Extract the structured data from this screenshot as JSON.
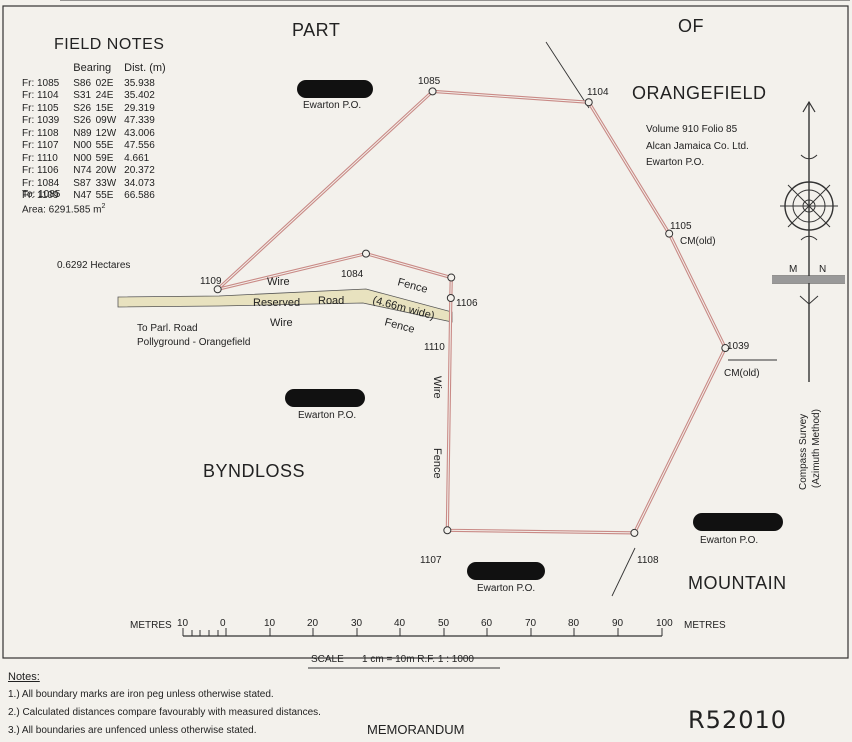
{
  "field_notes": {
    "title": "FIELD NOTES",
    "col_bearing": "Bearing",
    "col_dist": "Dist. (m)",
    "rows": [
      {
        "from": "Fr: 1085",
        "dir": "S86",
        "ang": "02E",
        "dist": "35.938"
      },
      {
        "from": "Fr: 1104",
        "dir": "S31",
        "ang": "24E",
        "dist": "35.402"
      },
      {
        "from": "Fr: 1105",
        "dir": "S26",
        "ang": "15E",
        "dist": "29.319"
      },
      {
        "from": "Fr: 1039",
        "dir": "S26",
        "ang": "09W",
        "dist": "47.339"
      },
      {
        "from": "Fr: 1108",
        "dir": "N89",
        "ang": "12W",
        "dist": "43.006"
      },
      {
        "from": "Fr: 1107",
        "dir": "N00",
        "ang": "55E",
        "dist": "47.556"
      },
      {
        "from": "Fr: 1110",
        "dir": "N00",
        "ang": "59E",
        "dist": "4.661"
      },
      {
        "from": "Fr: 1106",
        "dir": "N74",
        "ang": "20W",
        "dist": "20.372"
      },
      {
        "from": "Fr: 1084",
        "dir": "S87",
        "ang": "33W",
        "dist": "34.073"
      },
      {
        "from": "Fr: 1109",
        "dir": "N47",
        "ang": "55E",
        "dist": "66.586"
      }
    ],
    "to": "To: 1085",
    "area_label": "Area: 6291.585 m",
    "area_sup": "2",
    "hectares": "0.6292 Hectares"
  },
  "labels": {
    "part": "PART",
    "of": "OF",
    "orangefield": "ORANGEFIELD",
    "byndloss": "BYNDLOSS",
    "mountain": "MOUNTAIN",
    "owner_1": "Volume 910 Folio 85",
    "owner_2": "Alcan Jamaica Co. Ltd.",
    "owner_3": "Ewarton P.O.",
    "ewarton": "Ewarton P.O.",
    "wire": "Wire",
    "fence": "Fence",
    "reserved": "Reserved",
    "road": "Road",
    "road_width": "(4.66m wide)",
    "to_parl": "To Parl. Road",
    "pollyground": "Pollyground - Orangefield",
    "cm_old": "CM(old)",
    "compass_survey": "Compass Survey",
    "azimuth": "(Azimuth Method)",
    "north_m": "M",
    "north_n": "N"
  },
  "points": [
    {
      "id": "1085",
      "e": 33.0,
      "n": 47.5
    },
    {
      "id": "1104",
      "e": 68.9,
      "n": 45.0
    },
    {
      "id": "1105",
      "e": 87.4,
      "n": 14.8
    },
    {
      "id": "1039",
      "e": 100.3,
      "n": -11.5
    },
    {
      "id": "1108",
      "e": 79.4,
      "n": -54.0
    },
    {
      "id": "1107",
      "e": 36.4,
      "n": -53.4
    },
    {
      "id": "1110",
      "e": 37.2,
      "n": 0.0
    },
    {
      "id": "1106",
      "e": 37.3,
      "n": 4.7
    },
    {
      "id": "1084",
      "e": 17.7,
      "n": 10.2
    },
    {
      "id": "1109",
      "e": -16.4,
      "n": 2.0
    }
  ],
  "scale": {
    "left_label": "METRES",
    "right_label": "METRES",
    "ticks": [
      "10",
      "0",
      "10",
      "20",
      "30",
      "40",
      "50",
      "60",
      "70",
      "80",
      "90",
      "100"
    ],
    "scale_word": "SCALE",
    "scale_text": "1 cm = 10m  R.F.  1 : 1000"
  },
  "notes": {
    "heading": "Notes:",
    "items": [
      "1.) All boundary marks are iron peg unless otherwise stated.",
      "2.) Calculated distances compare favourably with measured distances.",
      "3.) All boundaries are unfenced unless otherwise stated."
    ],
    "memorandum": "MEMORANDUM"
  },
  "reference": "R52010",
  "colors": {
    "boundary": "#c98a86",
    "ink": "#222222",
    "road": "#e8e2bf"
  }
}
